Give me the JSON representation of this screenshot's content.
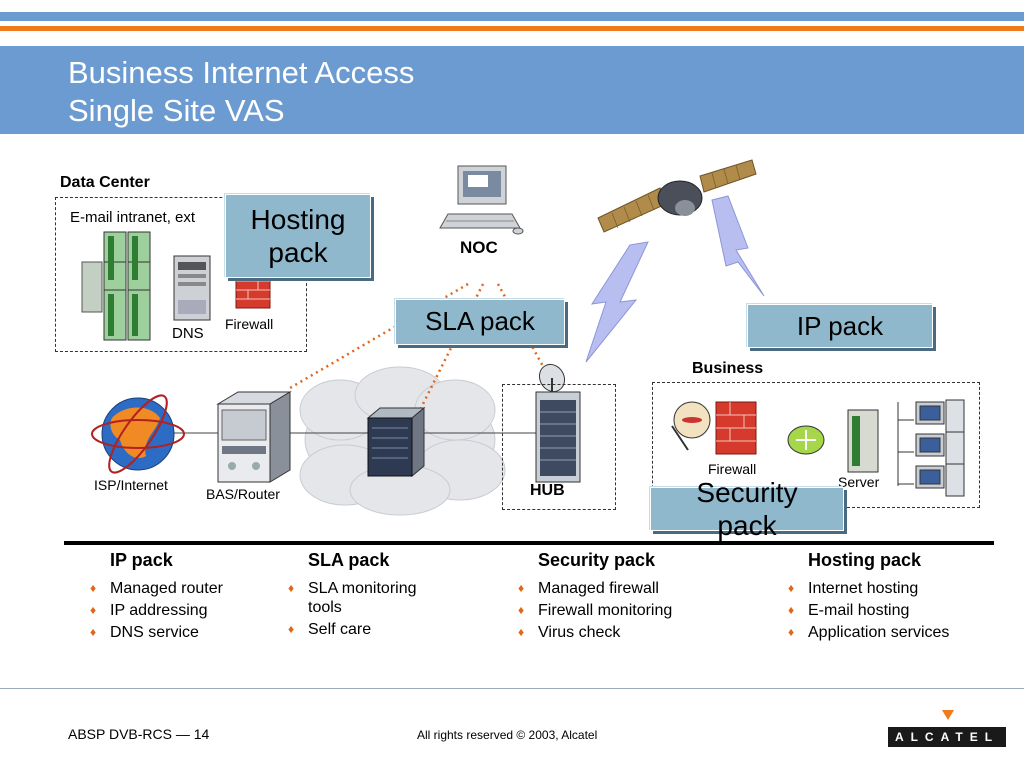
{
  "title": {
    "line1": "Business Internet Access",
    "line2": "Single Site VAS"
  },
  "diagram": {
    "data_center_label": "Data Center",
    "data_center_text": "E-mail intranet, ext",
    "dns_label": "DNS",
    "firewall_dc_label": "Firewall",
    "noc_label": "NOC",
    "isp_label": "ISP/Internet",
    "bas_label": "BAS/Router",
    "hub_label": "HUB",
    "business_label": "Business",
    "firewall_biz_label": "Firewall",
    "server_label": "Server",
    "packs": {
      "hosting": "Hosting pack",
      "sla": "SLA pack",
      "ip": "IP pack",
      "security": "Security pack"
    }
  },
  "columns": [
    {
      "title": "IP pack",
      "items": [
        "Managed router",
        "IP addressing",
        "DNS service"
      ]
    },
    {
      "title": "SLA pack",
      "items": [
        "SLA monitoring tools",
        "Self care"
      ]
    },
    {
      "title": "Security pack",
      "items": [
        "Managed firewall",
        "Firewall monitoring",
        "Virus check"
      ]
    },
    {
      "title": "Hosting pack",
      "items": [
        "Internet hosting",
        "E-mail hosting",
        "Application services"
      ]
    }
  ],
  "footer": {
    "left": "ABSP DVB-RCS — 14",
    "center": "All rights reserved © 2003, Alcatel",
    "logo": "ALCATEL"
  },
  "colors": {
    "header_blue": "#6b9bd0",
    "accent_orange": "#f07b1c",
    "pack_fill": "#8fb8cc"
  }
}
